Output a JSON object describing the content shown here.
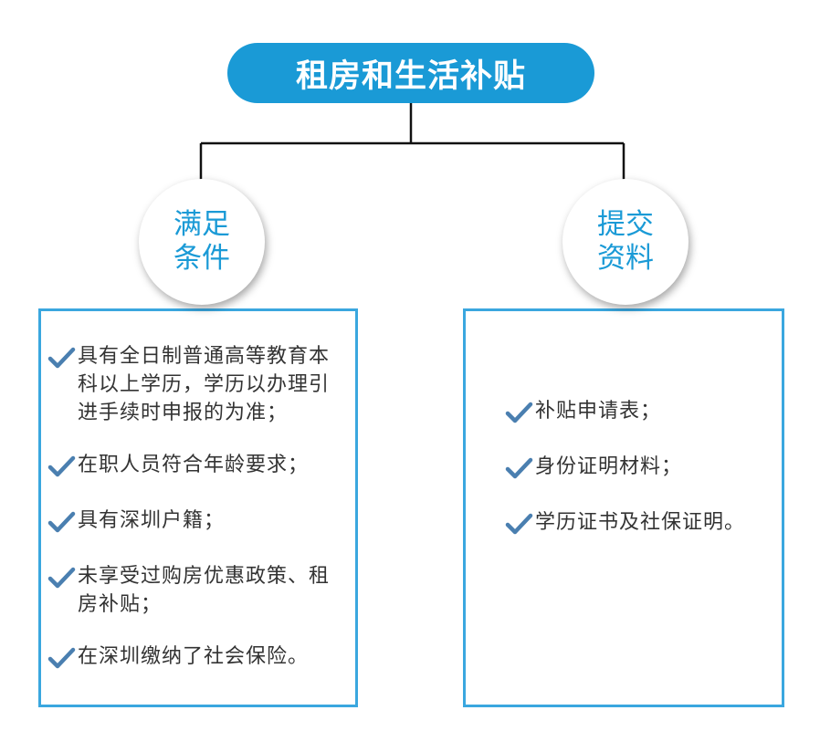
{
  "title": "租房和生活补贴",
  "left_branch": {
    "label": "满足条件",
    "items": [
      "具有全日制普通高等教育本科以上学历，学历以办理引进手续时申报的为准；",
      "在职人员符合年龄要求；",
      "具有深圳户籍；",
      "未享受过购房优惠政策、租房补贴；",
      "在深圳缴纳了社会保险。"
    ]
  },
  "right_branch": {
    "label": "提交资料",
    "items": [
      "补贴申请表；",
      "身份证明材料；",
      "学历证书及社保证明。"
    ]
  },
  "colors": {
    "accent": "#1a9ad6",
    "box_border": "#3aa7df",
    "check": "#4a7fb0",
    "text": "#333333",
    "connector": "#111111"
  },
  "icons": {
    "bullet": "check-icon"
  }
}
